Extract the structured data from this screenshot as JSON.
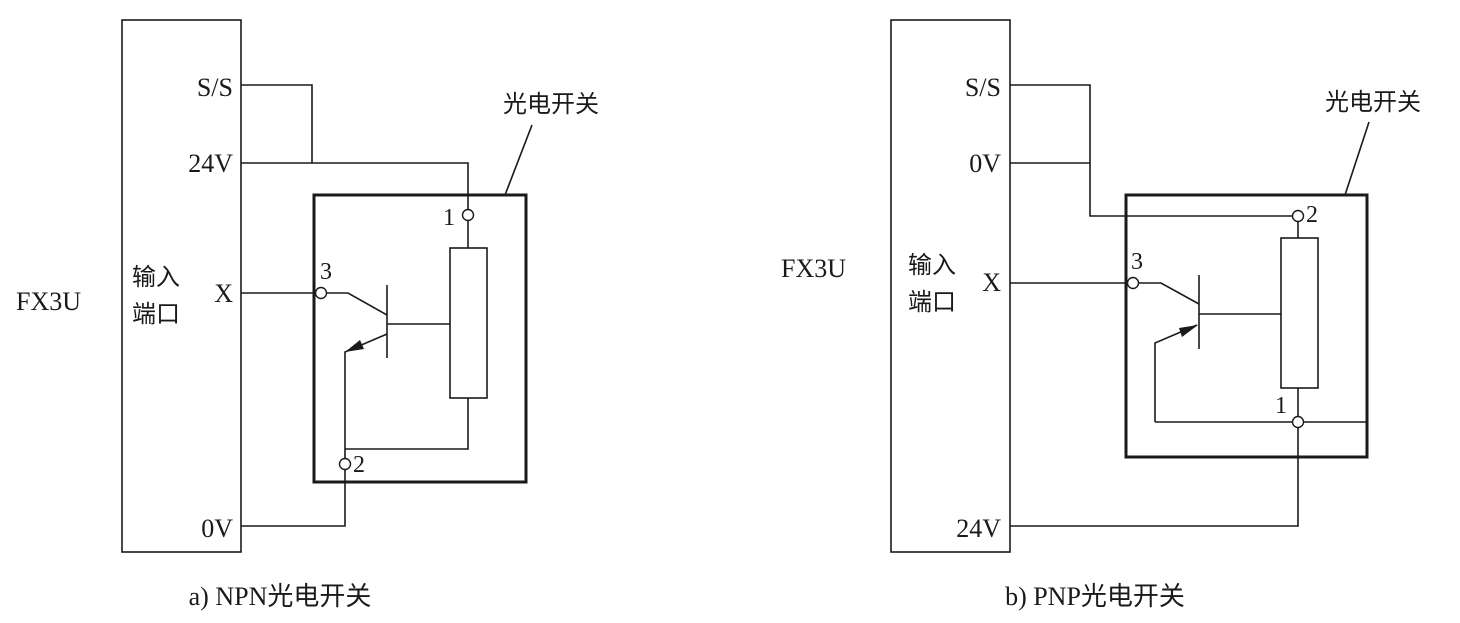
{
  "diagrams": [
    {
      "id": "a",
      "caption": "a) NPN光电开关",
      "controller": "FX3U",
      "port_label_line1": "输入",
      "port_label_line2": "端口",
      "plc_terminals": {
        "top": "S/S",
        "second": "24V",
        "input": "X",
        "bottom": "0V"
      },
      "sensor_label": "光电开关",
      "sensor_terminals": {
        "supply": "1",
        "output": "3",
        "common": "2"
      },
      "transistor_type": "NPN"
    },
    {
      "id": "b",
      "caption": "b) PNP光电开关",
      "controller": "FX3U",
      "port_label_line1": "输入",
      "port_label_line2": "端口",
      "plc_terminals": {
        "top": "S/S",
        "second": "0V",
        "input": "X",
        "bottom": "24V"
      },
      "sensor_label": "光电开关",
      "sensor_terminals": {
        "common": "2",
        "output": "3",
        "supply": "1"
      },
      "transistor_type": "PNP"
    }
  ]
}
